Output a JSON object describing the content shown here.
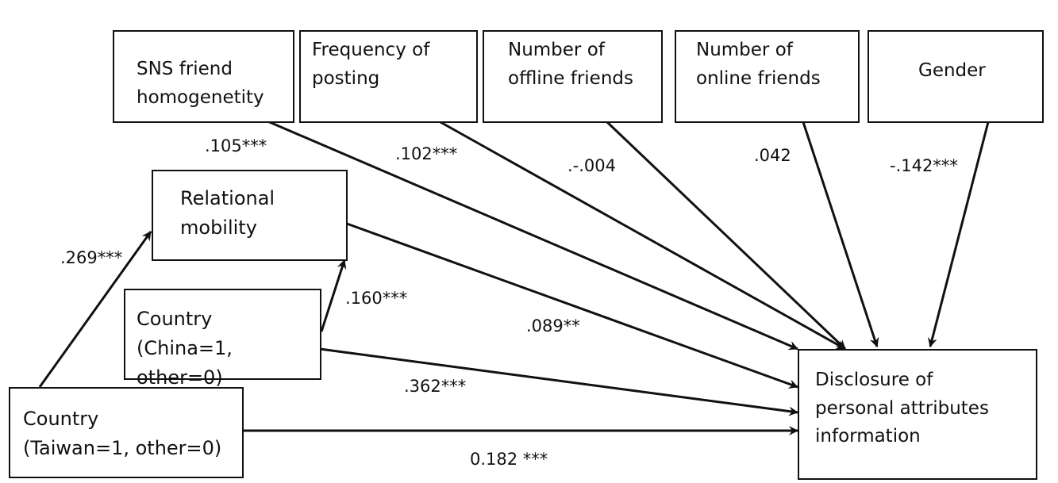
{
  "nodes": {
    "sns_homogeneity": "SNS friend\nhomogenetity",
    "posting_frequency": "Frequency of\nposting",
    "offline_friends": "Number of\noffline friends",
    "online_friends": "Number of\nonline friends",
    "gender": "Gender",
    "relational_mobility": "Relational\nmobility",
    "country_china": "Country\n(China=1, other=0)",
    "country_taiwan": "Country\n(Taiwan=1, other=0)",
    "disclosure": "Disclosure of\npersonal attributes\n information"
  },
  "paths": [
    {
      "from": "country_taiwan",
      "to": "relational_mobility",
      "coefficient": ".269***"
    },
    {
      "from": "country_china",
      "to": "relational_mobility",
      "coefficient": ".160***"
    },
    {
      "from": "sns_homogeneity",
      "to": "disclosure",
      "coefficient": ".105***"
    },
    {
      "from": "posting_frequency",
      "to": "disclosure",
      "coefficient": ".102***"
    },
    {
      "from": "offline_friends",
      "to": "disclosure",
      "coefficient": ".-.004"
    },
    {
      "from": "online_friends",
      "to": "disclosure",
      "coefficient": ".042"
    },
    {
      "from": "gender",
      "to": "disclosure",
      "coefficient": "-.142***"
    },
    {
      "from": "relational_mobility",
      "to": "disclosure",
      "coefficient": ".089**"
    },
    {
      "from": "country_china",
      "to": "disclosure",
      "coefficient": ".362***"
    },
    {
      "from": "country_taiwan",
      "to": "disclosure",
      "coefficient": "0.182 ***"
    }
  ]
}
